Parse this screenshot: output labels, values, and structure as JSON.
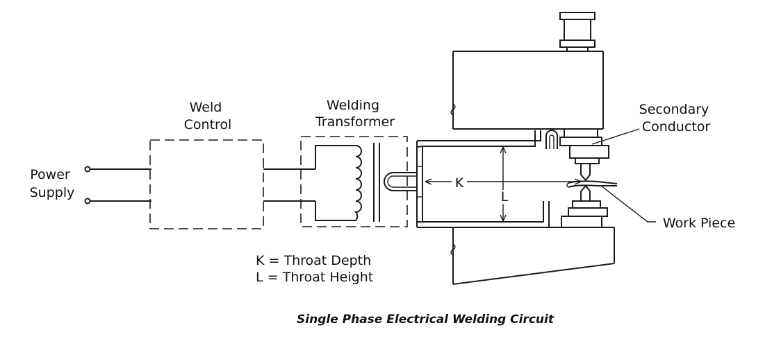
{
  "labels": {
    "power_supply": [
      "Power",
      "Supply"
    ],
    "weld_control": [
      "Weld",
      "Control"
    ],
    "welding_transformer": [
      "Welding",
      "Transformer"
    ],
    "secondary_conductor": [
      "Secondary",
      "Conductor"
    ],
    "work_piece": "Work Piece",
    "throat_depth_marker": "K",
    "throat_height_marker": "L"
  },
  "legend": {
    "k_line": "K = Throat Depth",
    "l_line": "L = Throat Height"
  },
  "caption": "Single Phase Electrical Welding Circuit"
}
